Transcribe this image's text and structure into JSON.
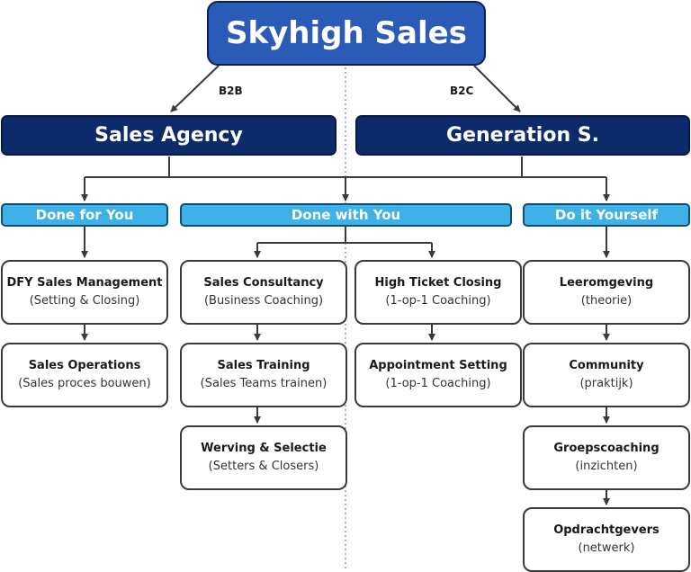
{
  "title": "Skyhigh Sales",
  "labels": {
    "b2b": "B2B",
    "b2c": "B2C"
  },
  "branches": {
    "left": "Sales Agency",
    "right": "Generation S."
  },
  "categories": {
    "dfy": "Done for You",
    "dwy": "Done with You",
    "diy": "Do it Yourself"
  },
  "items": {
    "dfy_1": {
      "title": "DFY Sales Management",
      "sub": "(Setting & Closing)"
    },
    "dfy_2": {
      "title": "Sales Operations",
      "sub": "(Sales proces bouwen)"
    },
    "dwy_1": {
      "title": "Sales Consultancy",
      "sub": "(Business Coaching)"
    },
    "dwy_2": {
      "title": "Sales Training",
      "sub": "(Sales Teams trainen)"
    },
    "dwy_3": {
      "title": "Werving & Selectie",
      "sub": "(Setters & Closers)"
    },
    "dwy_4": {
      "title": "High Ticket Closing",
      "sub": "(1-op-1 Coaching)"
    },
    "dwy_5": {
      "title": "Appointment Setting",
      "sub": "(1-op-1 Coaching)"
    },
    "diy_1": {
      "title": "Leeromgeving",
      "sub": "(theorie)"
    },
    "diy_2": {
      "title": "Community",
      "sub": "(praktijk)"
    },
    "diy_3": {
      "title": "Groepscoaching",
      "sub": "(inzichten)"
    },
    "diy_4": {
      "title": "Opdrachtgevers",
      "sub": "(netwerk)"
    }
  },
  "colors": {
    "title_fill": "#2a5bb7",
    "branch_fill": "#0d2b6b",
    "category_fill": "#3eb1e6",
    "item_border": "#3a3a3a",
    "connector": "#3a3a3a"
  }
}
